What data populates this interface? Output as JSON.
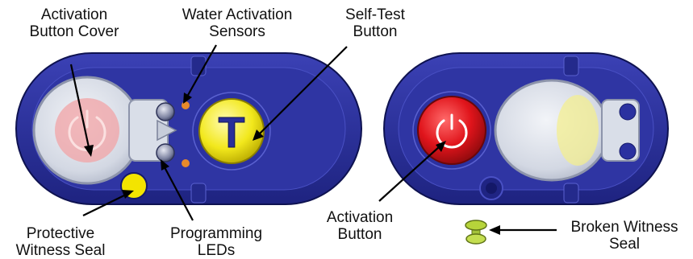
{
  "labels": {
    "activation_cover": [
      "Activation",
      "Button Cover"
    ],
    "water_sensors": [
      "Water Activation",
      "Sensors"
    ],
    "self_test": [
      "Self-Test",
      "Button"
    ],
    "protective_seal": [
      "Protective",
      "Witness Seal"
    ],
    "programming_leds": [
      "Programming",
      "LEDs"
    ],
    "activation_button": [
      "Activation",
      "Button"
    ],
    "broken_seal": [
      "Broken Witness",
      "Seal"
    ]
  },
  "self_test_letter": "T",
  "colors": {
    "housing": "#2a2f9a",
    "housing_edge": "#151a6a",
    "window": "#d6dde8",
    "activation_red": "#e0141b",
    "self_test_yellow": "#f2e81c",
    "seal_yellow": "#f3e400",
    "broken_seal_green": "#b6d43a",
    "led_orange": "#e88a2a",
    "sensor_gray": "#8a8fa6"
  },
  "icons": [
    "power-symbol-icon",
    "arrow-icon"
  ]
}
